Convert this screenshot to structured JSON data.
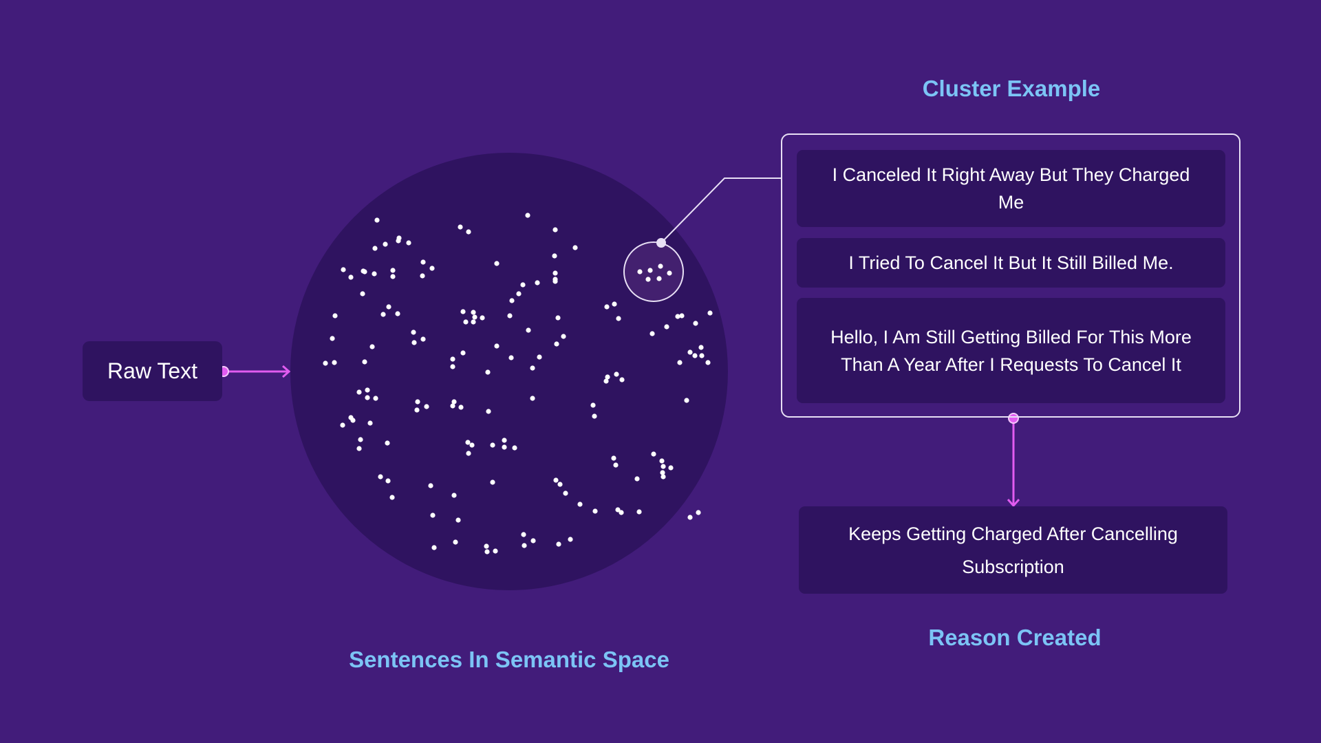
{
  "titles": {
    "cluster": "Cluster Example",
    "reason": "Reason Created",
    "space": "Sentences In  Semantic Space"
  },
  "raw_text": "Raw Text",
  "cluster_sentences": [
    "I Canceled It Right Away But They Charged Me",
    "I Tried To Cancel It But It Still Billed Me.",
    "Hello, I Am Still Getting Billed For This More Than A Year After I Requests To Cancel It"
  ],
  "reason": "Keeps Getting Charged After Cancelling Subscription",
  "colors": {
    "background": "#421c7a",
    "panel": "#2f1360",
    "title_blue": "#7cc4f5",
    "arrow_magenta": "#e15cf0",
    "dot_white": "#ffffff"
  }
}
